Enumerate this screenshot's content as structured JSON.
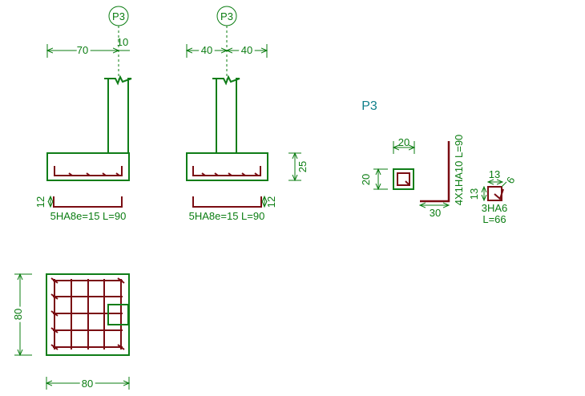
{
  "colors": {
    "concrete": "#0f7d18",
    "rebar": "#7a0c12",
    "dimension": "#0b7d12",
    "title": "#0f7f8a"
  },
  "elevation_left": {
    "axis_tag": "P3",
    "dim_left": "70",
    "dim_column": "10",
    "bar_cover": "12",
    "bar_label": "5HA8e=15  L=90"
  },
  "elevation_right": {
    "axis_tag": "P3",
    "dim_left": "40",
    "dim_right": "40",
    "height": "25",
    "bar_cover": "12",
    "bar_label": "5HA8e=15  L=90"
  },
  "plan": {
    "height": "80",
    "width": "80"
  },
  "column_detail": {
    "title": "P3",
    "section_width": "20",
    "section_height": "20",
    "bar_leg": "30",
    "bar_label": "4X1HA10  L=90",
    "stirrup_width": "13",
    "stirrup_height": "13",
    "stirrup_hook": "6",
    "stirrup_label_1": "3HA6",
    "stirrup_label_2": "L=66"
  }
}
